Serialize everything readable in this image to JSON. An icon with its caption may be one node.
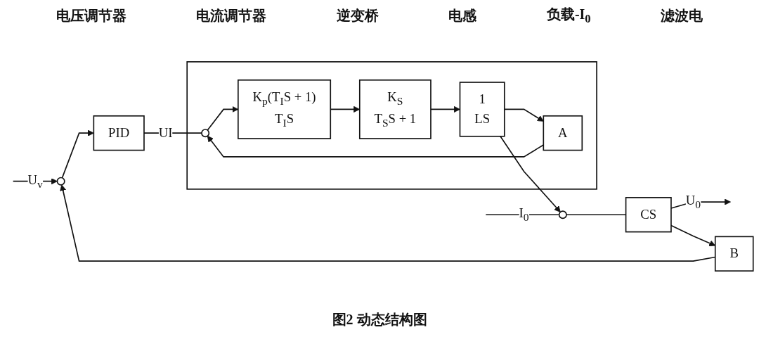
{
  "diagram": {
    "caption": "图2 动态结构图",
    "nodes": [
      {
        "text": [],
        "shape": "circle"
      },
      {
        "text": [
          "PID"
        ]
      },
      {
        "text": [],
        "shape": "box"
      },
      {
        "text": [],
        "shape": "circle",
        "in": 2
      },
      {
        "text": [
          "K$_{p}$(T$_{I}$S + 1)",
          "T$_{I}$S"
        ],
        "in": 2
      },
      {
        "text": [
          "K$_{S}$",
          "T$_{S}$S + 1"
        ],
        "in": 2
      },
      {
        "text": [
          "1",
          "LS"
        ],
        "in": 2
      },
      {
        "text": [
          "A"
        ],
        "in": 2
      },
      {
        "text": [],
        "shape": "circle"
      },
      {
        "text": [
          "CS"
        ]
      },
      {
        "text": [
          "B"
        ]
      }
    ],
    "edges": [
      {
        "from": null,
        "to": 0,
        "arrow": "to",
        "label": "U$_{v}$"
      },
      {
        "from": 0,
        "to": 1,
        "arrow": "to"
      },
      {
        "from": 1,
        "to": 3,
        "arrow": "none",
        "label": "UI"
      },
      {
        "from": 3,
        "to": 4,
        "arrow": "to"
      },
      {
        "from": 4,
        "to": 5,
        "arrow": "to"
      },
      {
        "from": 5,
        "to": 6,
        "arrow": "to"
      },
      {
        "from": 6,
        "to": 8,
        "arrow": "to"
      },
      {
        "from": 6,
        "to": 7,
        "arrow": "to"
      },
      {
        "from": 7,
        "to": 3,
        "arrow": "to"
      },
      {
        "from": null,
        "to": 8,
        "arrow": "none",
        "label": "I$_{0}$"
      },
      {
        "from": 8,
        "to": 9,
        "arrow": "none"
      },
      {
        "from": 9,
        "to": null,
        "arrow": "to",
        "label": "U$_{0}$"
      },
      {
        "from": 9,
        "to": 10,
        "arrow": "to"
      },
      {
        "from": 10,
        "to": 0,
        "arrow": "to"
      }
    ],
    "labels": [
      "电压调节器",
      "电流调节器",
      "逆变桥",
      "电感",
      "负载-I$_{0}$",
      "滤波电"
    ]
  }
}
